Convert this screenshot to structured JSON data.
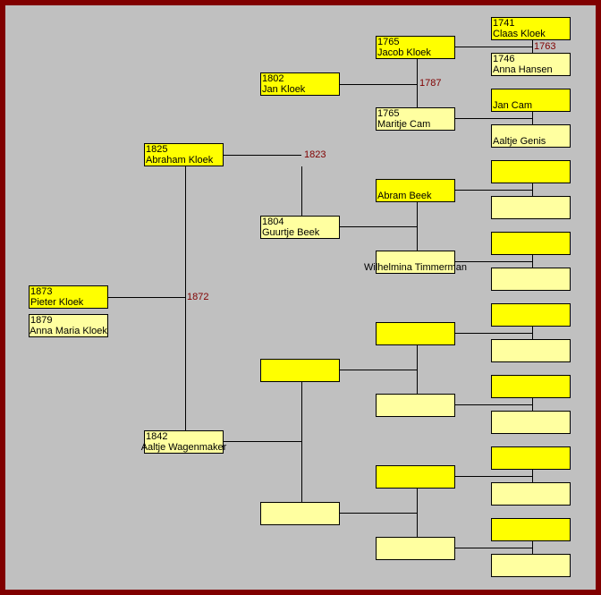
{
  "colors": {
    "frame": "#800000",
    "background": "#c0c0c0",
    "male": "#ffff00",
    "female": "#ffffa0",
    "marriage_year": "#800000"
  },
  "persons": [
    {
      "id": "p0",
      "year": "1873",
      "name": "Pieter Kloek",
      "sex": "m"
    },
    {
      "id": "p0s",
      "year": "1879",
      "name": "Anna Maria Kloek",
      "sex": "f"
    },
    {
      "id": "g1a",
      "year": "1825",
      "name": "Abraham Kloek",
      "sex": "m"
    },
    {
      "id": "g1b",
      "year": "1842",
      "name": "Aaltje Wagenmaker",
      "sex": "f"
    },
    {
      "id": "g2a",
      "year": "1802",
      "name": "Jan Kloek",
      "sex": "m"
    },
    {
      "id": "g2b",
      "year": "1804",
      "name": "Guurtje Beek",
      "sex": "f"
    },
    {
      "id": "g2c",
      "year": "",
      "name": "",
      "sex": "m"
    },
    {
      "id": "g2d",
      "year": "",
      "name": "",
      "sex": "f"
    },
    {
      "id": "g3a",
      "year": "1765",
      "name": "Jacob Kloek",
      "sex": "m"
    },
    {
      "id": "g3b",
      "year": "1765",
      "name": "Maritje Cam",
      "sex": "f"
    },
    {
      "id": "g3c",
      "year": "",
      "name": "Abram Beek",
      "sex": "m"
    },
    {
      "id": "g3d",
      "year": "",
      "name": "Wilhelmina Timmerman",
      "sex": "f"
    },
    {
      "id": "g3e",
      "year": "",
      "name": "",
      "sex": "m"
    },
    {
      "id": "g3f",
      "year": "",
      "name": "",
      "sex": "f"
    },
    {
      "id": "g3g",
      "year": "",
      "name": "",
      "sex": "m"
    },
    {
      "id": "g3h",
      "year": "",
      "name": "",
      "sex": "f"
    },
    {
      "id": "g4a",
      "year": "1741",
      "name": "Claas Kloek",
      "sex": "m"
    },
    {
      "id": "g4b",
      "year": "1746",
      "name": "Anna Hansen",
      "sex": "f"
    },
    {
      "id": "g4c",
      "year": "",
      "name": "Jan Cam",
      "sex": "m"
    },
    {
      "id": "g4d",
      "year": "",
      "name": "Aaltje Genis",
      "sex": "f"
    },
    {
      "id": "g4e",
      "year": "",
      "name": "",
      "sex": "m"
    },
    {
      "id": "g4f",
      "year": "",
      "name": "",
      "sex": "f"
    },
    {
      "id": "g4g",
      "year": "",
      "name": "",
      "sex": "m"
    },
    {
      "id": "g4h",
      "year": "",
      "name": "",
      "sex": "f"
    },
    {
      "id": "g4i",
      "year": "",
      "name": "",
      "sex": "m"
    },
    {
      "id": "g4j",
      "year": "",
      "name": "",
      "sex": "f"
    },
    {
      "id": "g4k",
      "year": "",
      "name": "",
      "sex": "m"
    },
    {
      "id": "g4l",
      "year": "",
      "name": "",
      "sex": "f"
    },
    {
      "id": "g4m",
      "year": "",
      "name": "",
      "sex": "m"
    },
    {
      "id": "g4n",
      "year": "",
      "name": "",
      "sex": "f"
    },
    {
      "id": "g4o",
      "year": "",
      "name": "",
      "sex": "m"
    },
    {
      "id": "g4p",
      "year": "",
      "name": "",
      "sex": "f"
    }
  ],
  "marriages": {
    "g1": "1872",
    "g2a": "1823",
    "g3a": "1787",
    "g4a": "1763"
  }
}
